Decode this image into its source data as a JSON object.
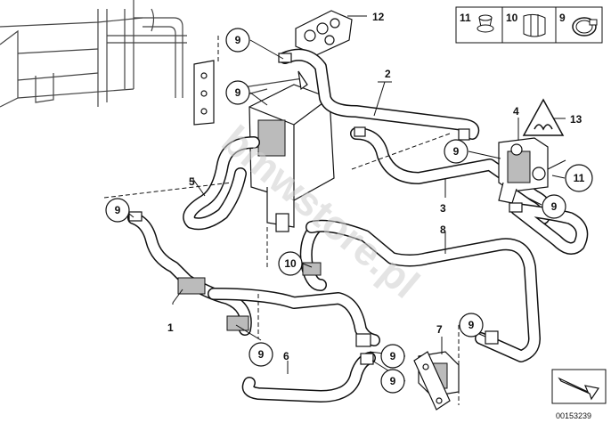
{
  "diagram": {
    "callouts": {
      "c1": "1",
      "c2": "2",
      "c3": "3",
      "c4": "4",
      "c5": "5",
      "c6": "6",
      "c7": "7",
      "c8": "8",
      "c9": "9",
      "c10": "10",
      "c11": "11",
      "c12": "12",
      "c13": "13"
    },
    "legend": {
      "box1": "11",
      "box2": "10",
      "box3": "9"
    },
    "part_number": "00153239",
    "watermark": "bmwstore.pl"
  }
}
